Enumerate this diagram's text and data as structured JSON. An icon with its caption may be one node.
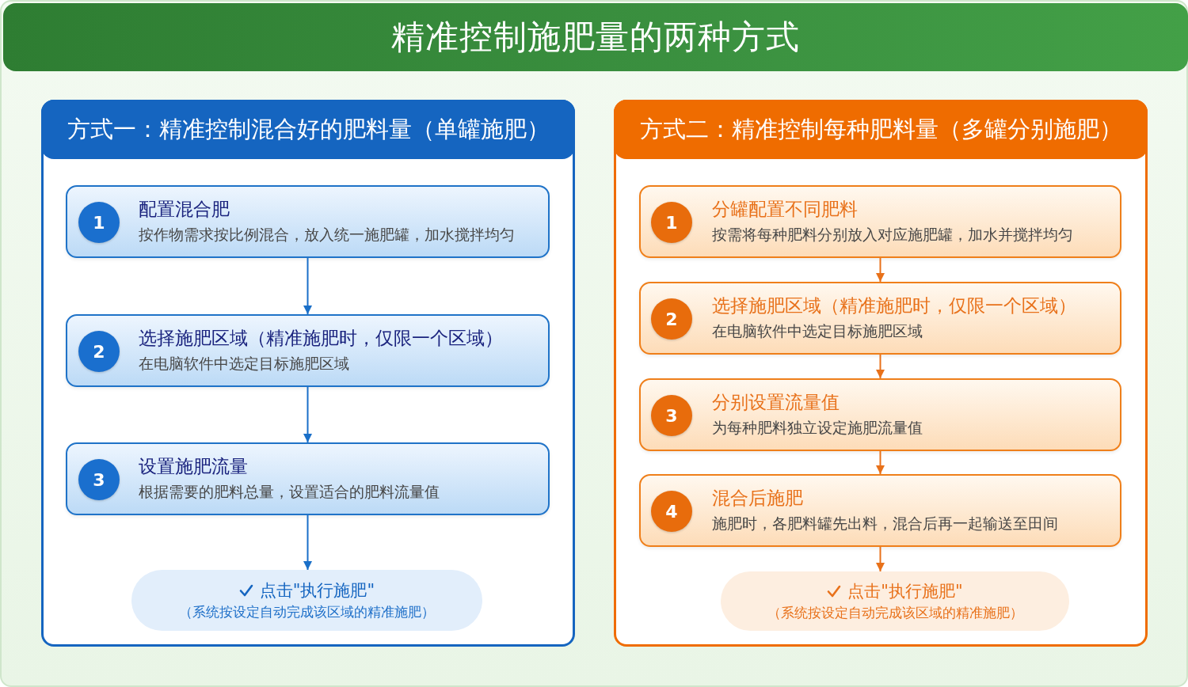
{
  "diagram": {
    "title": "精准控制施肥量的两种方式",
    "nodes": [
      {
        "text": [
          "方式一：精准控制混合好的肥料量（单罐施肥）"
        ]
      },
      {
        "text": [
          "配置混合肥",
          "按作物需求按比例混合，放入统一施肥罐，加水搅拌均匀"
        ],
        "in": 0
      },
      {
        "text": [
          "1"
        ],
        "in": 1
      },
      {
        "text": [
          "选择施肥区域（精准施肥时，仅限一个区域）",
          "在电脑软件中选定目标施肥区域"
        ],
        "in": 0
      },
      {
        "text": [
          "2"
        ],
        "in": 3
      },
      {
        "text": [
          "设置施肥流量",
          "根据需要的肥料总量，设置适合的肥料流量值"
        ],
        "in": 0
      },
      {
        "text": [
          "3"
        ],
        "in": 5
      },
      {
        "text": [
          "点击\"执行施肥\"",
          "（系统按设定自动完成该区域的精准施肥）"
        ],
        "in": 0
      },
      {
        "text": [
          "方式二：精准控制每种肥料量（多罐分别施肥）"
        ]
      },
      {
        "text": [
          "分罐配置不同肥料",
          "按需将每种肥料分别放入对应施肥罐，加水并搅拌均匀"
        ],
        "in": 8
      },
      {
        "text": [
          "1"
        ],
        "in": 9
      },
      {
        "text": [
          "选择施肥区域（精准施肥时，仅限一个区域）",
          "在电脑软件中选定目标施肥区域"
        ],
        "in": 8
      },
      {
        "text": [
          "2"
        ],
        "in": 11
      },
      {
        "text": [
          "分别设置流量值",
          "为每种肥料独立设定施肥流量值"
        ],
        "in": 8
      },
      {
        "text": [
          "3"
        ],
        "in": 13
      },
      {
        "text": [
          "混合后施肥",
          "施肥时，各肥料罐先出料，混合后再一起输送至田间"
        ],
        "in": 8
      },
      {
        "text": [
          "4"
        ],
        "in": 15
      },
      {
        "text": [
          "点击\"执行施肥\"",
          "（系统按设定自动完成该区域的精准施肥）"
        ],
        "in": 8
      }
    ],
    "edges": [
      {
        "from": 1,
        "to": 3,
        "arrow": "to",
        "color": "#1a6fc8"
      },
      {
        "from": 3,
        "to": 5,
        "arrow": "to",
        "color": "#1a6fc8"
      },
      {
        "from": 5,
        "to": 7,
        "arrow": "to",
        "color": "#1a6fc8"
      },
      {
        "from": 9,
        "to": 11,
        "arrow": "to"
      },
      {
        "from": 11,
        "to": 13,
        "arrow": "to"
      },
      {
        "from": 13,
        "to": 15,
        "arrow": "to"
      },
      {
        "from": 15,
        "to": 17,
        "arrow": "to"
      }
    ]
  }
}
